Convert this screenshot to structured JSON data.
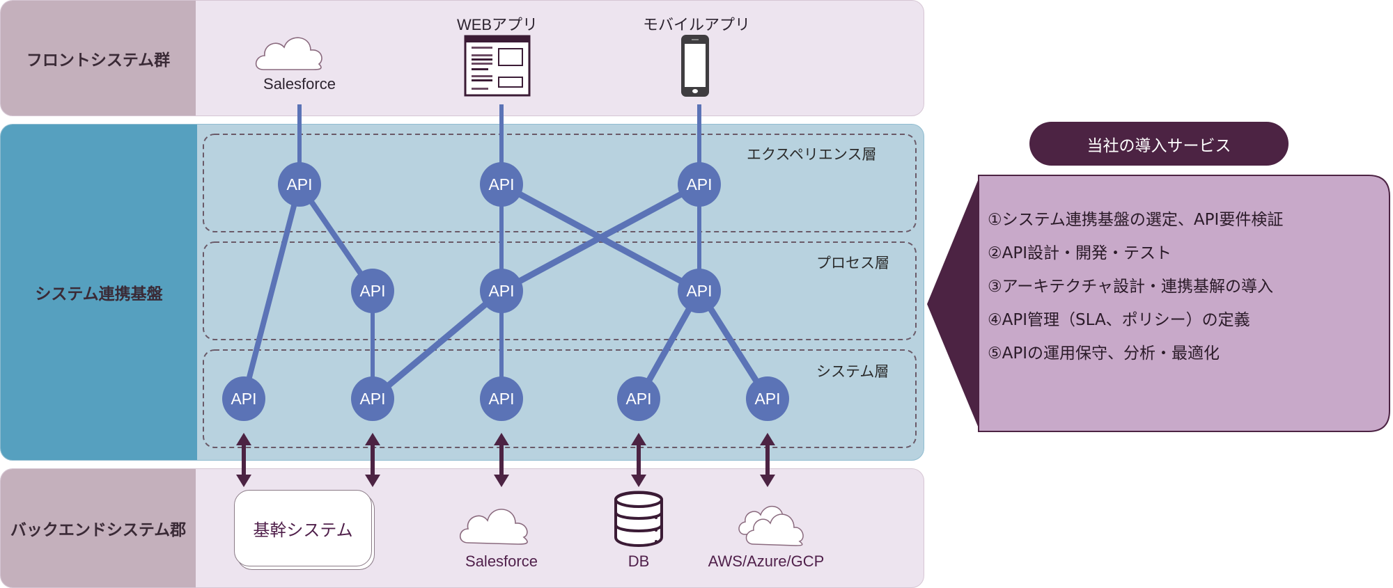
{
  "front": {
    "label": "フロントシステム群",
    "items": [
      {
        "label": "Salesforce",
        "icon": "cloud-icon"
      },
      {
        "label": "WEBアプリ",
        "icon": "web-app-icon"
      },
      {
        "label": "モバイルアプリ",
        "icon": "smartphone-icon"
      }
    ]
  },
  "middle": {
    "label": "システム連携基盤",
    "layers": [
      {
        "label": "エクスペリエンス層"
      },
      {
        "label": "プロセス層"
      },
      {
        "label": "システム層"
      }
    ],
    "api_label": "API"
  },
  "back": {
    "label": "バックエンドシステム郡",
    "items": [
      {
        "label": "基幹システム",
        "icon": "core-system-box"
      },
      {
        "label": "Salesforce",
        "icon": "cloud-icon"
      },
      {
        "label": "DB",
        "icon": "database-icon"
      },
      {
        "label": "AWS/Azure/GCP",
        "icon": "multi-cloud-icon"
      }
    ]
  },
  "services": {
    "title": "当社の導入サービス",
    "items": [
      "①システム連携基盤の選定、API要件検証",
      "②API設計・開発・テスト",
      "③アーキテクチャ設計・連携基解の導入",
      "④API管理（SLA、ポリシー）の定義",
      "⑤APIの運用保守、分析・最適化"
    ]
  },
  "colors": {
    "api_node": "#5b73b6",
    "connector": "#5b73b6",
    "arrow": "#4c2343",
    "accent_dark": "#4c2343",
    "services_box": "#c8a9c9"
  }
}
